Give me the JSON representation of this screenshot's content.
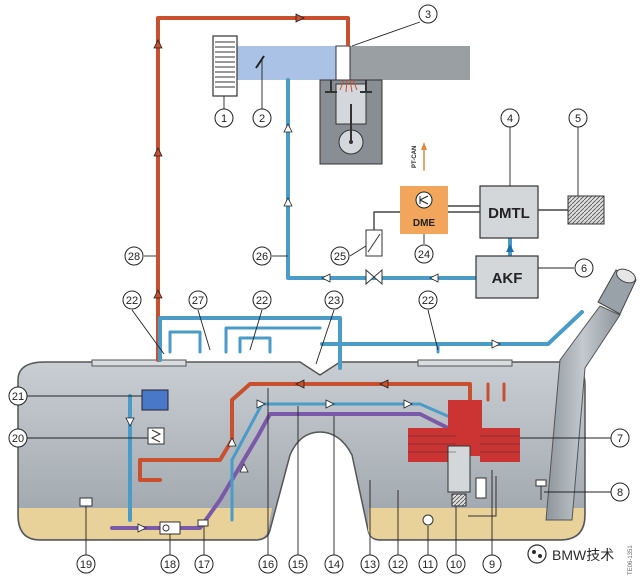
{
  "labels": {
    "dmtl": "DMTL",
    "akf": "AKF",
    "dme": "DME",
    "pt_can": "PT-CAN",
    "doc_id": "TE06-1351"
  },
  "callouts": [
    "1",
    "2",
    "3",
    "4",
    "5",
    "6",
    "7",
    "8",
    "9",
    "10",
    "11",
    "12",
    "13",
    "14",
    "15",
    "16",
    "17",
    "18",
    "19",
    "20",
    "21",
    "22",
    "22",
    "22",
    "23",
    "24",
    "25",
    "26",
    "27",
    "28"
  ],
  "watermark": {
    "text": "BMW技术"
  },
  "colors": {
    "vent_line": "#4a9bc8",
    "supply_line": "#c8502f",
    "return_line": "#7a5aa8",
    "tank_body": "#b8bec4",
    "fuel": "#e8d29a",
    "pump_red": "#cc3333",
    "dme_orange": "#f1a65b"
  }
}
